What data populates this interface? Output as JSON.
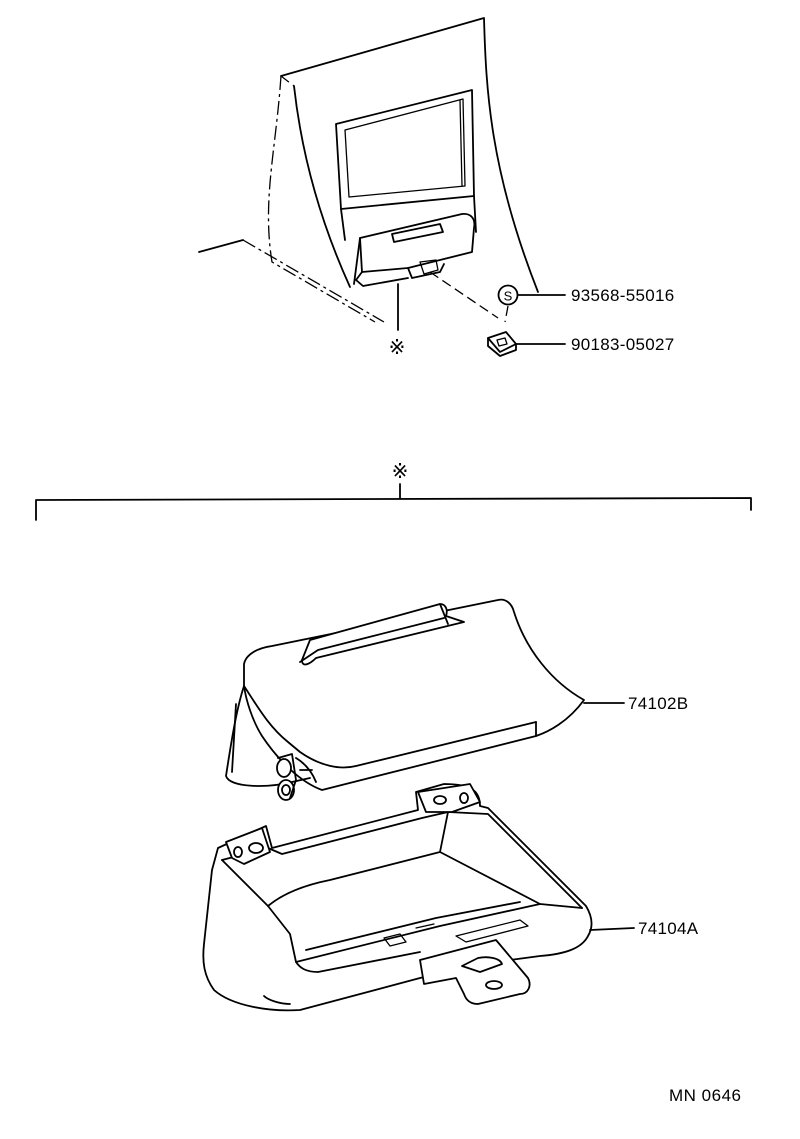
{
  "callouts": {
    "screw": {
      "symbol": "S",
      "part_number": "93568-55016"
    },
    "clip": {
      "part_number": "90183-05027"
    },
    "door": {
      "part_number": "74102B"
    },
    "box": {
      "part_number": "74104A"
    }
  },
  "assembly_marker": "※",
  "reference_code": "MN 0646",
  "icons": {
    "assembly-marker": "reference-mark-glyph",
    "screw": "circled-s-symbol",
    "clip": "clip-nut-drawing"
  }
}
